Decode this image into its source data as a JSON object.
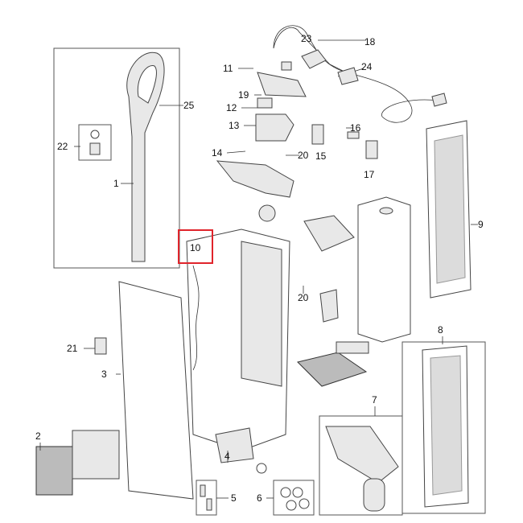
{
  "diagram": {
    "highlight_color": "#e0242b",
    "highlighted_part": "10",
    "labels": {
      "p1": "1",
      "p2": "2",
      "p3": "3",
      "p4": "4",
      "p5": "5",
      "p6": "6",
      "p7": "7",
      "p8": "8",
      "p9": "9",
      "p10": "10",
      "p11": "11",
      "p12": "12",
      "p13": "13",
      "p14": "14",
      "p15": "15",
      "p16": "16",
      "p17": "17",
      "p18": "18",
      "p19": "19",
      "p20a": "20",
      "p20b": "20",
      "p21": "21",
      "p22": "22",
      "p23": "23",
      "p24": "24",
      "p25": "25"
    }
  }
}
